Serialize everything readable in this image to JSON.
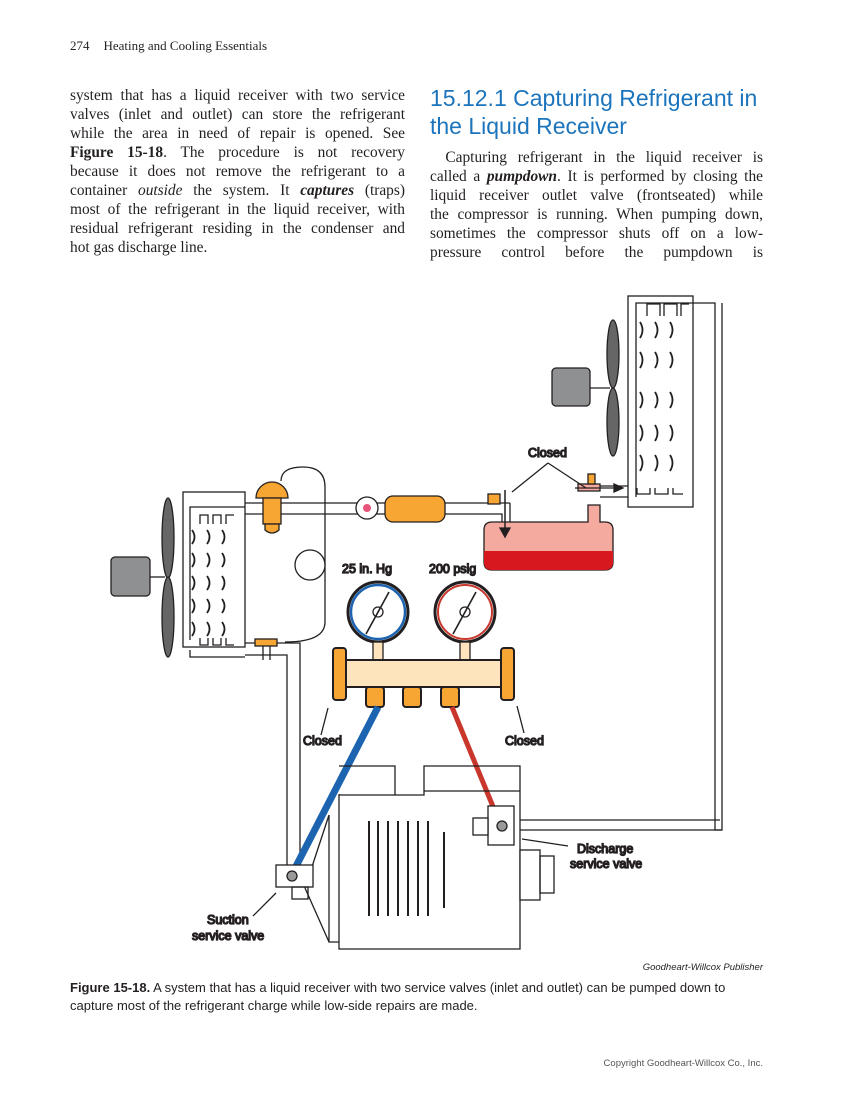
{
  "header": {
    "page_number": "274",
    "book_title": "Heating and Cooling Essentials"
  },
  "left_column": {
    "lines": [
      [
        {
          "t": "system that has a liquid receiver with two service"
        }
      ],
      [
        {
          "t": "valves (inlet and outlet) can store the refrigerant"
        }
      ],
      [
        {
          "t": "while the area in need of repair is opened. See"
        }
      ],
      [
        {
          "t": "Figure 15-18",
          "s": "b"
        },
        {
          "t": ". The procedure is not recovery"
        }
      ],
      [
        {
          "t": "because it does not remove the refrigerant to a"
        }
      ],
      [
        {
          "t": "container "
        },
        {
          "t": "outside",
          "s": "i"
        },
        {
          "t": " the system. It "
        },
        {
          "t": "captures",
          "s": "bi"
        },
        {
          "t": " (traps)"
        }
      ],
      [
        {
          "t": "most of the refrigerant in the liquid receiver, with"
        }
      ],
      [
        {
          "t": "residual refrigerant residing in the condenser and"
        }
      ],
      [
        {
          "t": "hot gas discharge line."
        }
      ]
    ]
  },
  "section": {
    "heading_line1": "15.12.1 Capturing Refrigerant in",
    "heading_line2": "the Liquid Receiver"
  },
  "right_column": {
    "lines": [
      [
        {
          "t": " Capturing refrigerant in the liquid receiver is"
        }
      ],
      [
        {
          "t": "called a "
        },
        {
          "t": "pumpdown",
          "s": "bi"
        },
        {
          "t": ". It is performed by closing the"
        }
      ],
      [
        {
          "t": "liquid receiver outlet valve (frontseated) while"
        }
      ],
      [
        {
          "t": "the compressor is running. When pumping down,"
        }
      ],
      [
        {
          "t": "sometimes the compressor shuts off on a low-"
        }
      ],
      [
        {
          "t": "pressure control before the pumpdown is"
        }
      ]
    ]
  },
  "figure": {
    "label_closed_receiver": "Closed",
    "gauge_low_reading": "25 in. Hg",
    "gauge_high_reading": "200 psig",
    "label_closed_left": "Closed",
    "label_closed_right": "Closed",
    "discharge_line1": "Discharge",
    "discharge_line2": "service valve",
    "suction_line1": "Suction",
    "suction_line2": "service valve",
    "credit": "Goodheart-Willcox Publisher",
    "colors": {
      "orange": "#f7a533",
      "receiver_top": "#f5aaa0",
      "receiver_liquid": "#d7191f",
      "blue_hose": "#1c64b0",
      "red_hose": "#c9372c",
      "manifold": "#fde4bd",
      "motor": "#8f9092"
    }
  },
  "caption": {
    "label": "Figure 15-18.",
    "text": " A system that has a liquid receiver with two service valves (inlet and outlet) can be pumped down to capture most of the refrigerant charge while low-side repairs are made."
  },
  "footer": {
    "copyright": "Copyright Goodheart-Willcox Co., Inc."
  }
}
